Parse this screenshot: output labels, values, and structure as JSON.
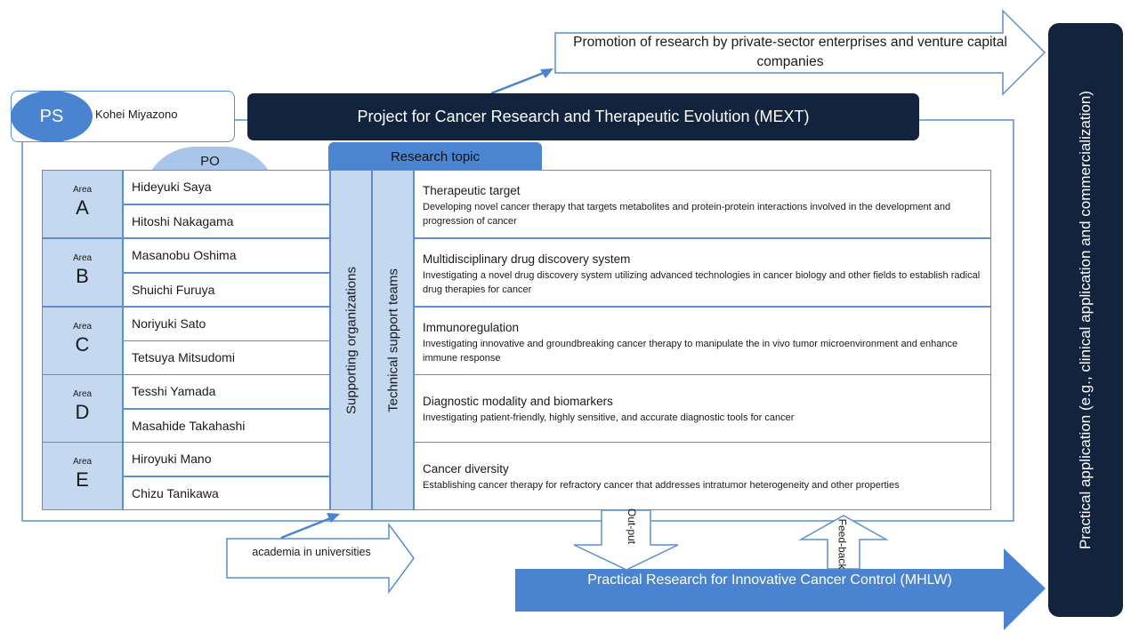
{
  "colors": {
    "dark_navy": "#12243d",
    "accent_blue": "#4a83cf",
    "light_blue": "#c4d8f0",
    "border_blue": "#5b8fcf"
  },
  "project": {
    "title": "Project for Cancer Research and Therapeutic Evolution (MEXT)"
  },
  "ps": {
    "label": "PS",
    "name": "Kohei Miyazono"
  },
  "po": {
    "label": "PO"
  },
  "research_topic": {
    "label": "Research topic"
  },
  "area_label": "Area",
  "areas": [
    {
      "letter": "A",
      "names": [
        "Hideyuki Saya",
        "Hitoshi Nakagama"
      ]
    },
    {
      "letter": "B",
      "names": [
        "Masanobu Oshima",
        "Shuichi Furuya"
      ]
    },
    {
      "letter": "C",
      "names": [
        "Noriyuki Sato",
        "Tetsuya Mitsudomi"
      ]
    },
    {
      "letter": "D",
      "names": [
        "Tesshi Yamada",
        "Masahide Takahashi"
      ]
    },
    {
      "letter": "E",
      "names": [
        "Hiroyuki Mano",
        "Chizu Tanikawa"
      ]
    }
  ],
  "columns": {
    "supporting": "Supporting organizations",
    "technical": "Technical support teams"
  },
  "topics": [
    {
      "title": "Therapeutic target",
      "desc": "Developing novel cancer therapy that targets metabolites and protein-protein interactions involved in the development and progression of cancer"
    },
    {
      "title": "Multidisciplinary drug discovery system",
      "desc": "Investigating a novel drug discovery system utilizing advanced technologies in cancer biology and other fields to establish radical drug therapies for cancer"
    },
    {
      "title": "Immunoregulation",
      "desc": "Investigating innovative and groundbreaking cancer therapy to manipulate the in vivo tumor microenvironment and enhance immune response"
    },
    {
      "title": "Diagnostic modality and biomarkers",
      "desc": "Investigating patient-friendly, highly sensitive, and accurate diagnostic tools for cancer"
    },
    {
      "title": "Cancer diversity",
      "desc": "Establishing cancer therapy for refractory cancer that addresses intratumor heterogeneity and other properties"
    }
  ],
  "promotion": {
    "text": "Promotion of research by private-sector enterprises and venture capital companies"
  },
  "academia": {
    "text": "academia in universities"
  },
  "output": {
    "text": "Out-put"
  },
  "feedback": {
    "text": "Feed-back"
  },
  "mhlw": {
    "text": "Practical Research for Innovative Cancer Control (MHLW)"
  },
  "practical": {
    "text": "Practical application (e.g., clinical application and commercialization)"
  }
}
